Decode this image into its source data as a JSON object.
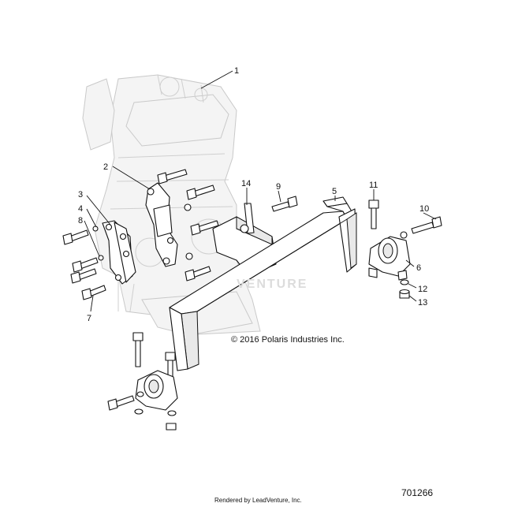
{
  "diagram": {
    "callouts": [
      "1",
      "2",
      "3",
      "4",
      "5",
      "6",
      "7",
      "8",
      "9",
      "10",
      "11",
      "12",
      "13",
      "14"
    ],
    "copyright": "© 2016 Polaris Industries Inc.",
    "diagram_id": "701266",
    "rendered_by": "Rendered by LeadVenture, Inc.",
    "watermark": "VENTURE"
  }
}
